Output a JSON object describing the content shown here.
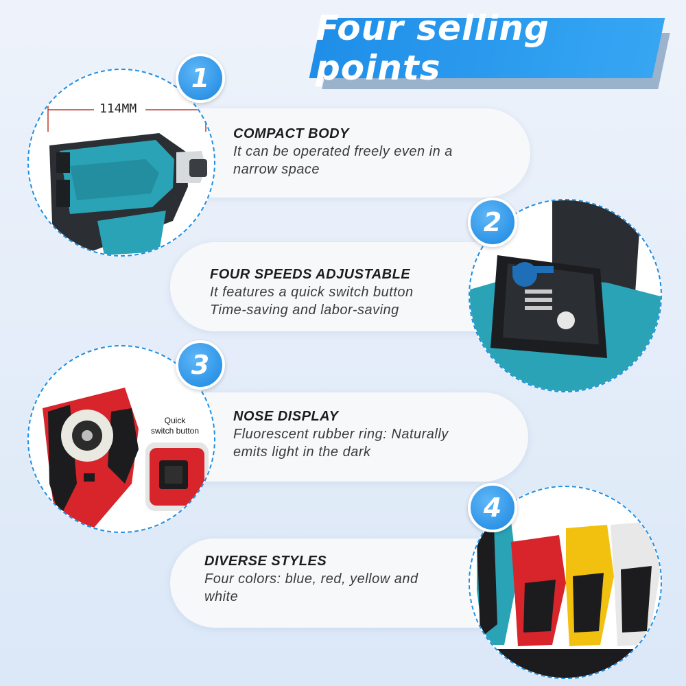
{
  "header": {
    "title": "Four selling points"
  },
  "points": [
    {
      "number": "1",
      "title": "COMPACT BODY",
      "lines": [
        "It can be operated freely even in a",
        "narrow space"
      ]
    },
    {
      "number": "2",
      "title": "FOUR SPEEDS ADJUSTABLE",
      "lines": [
        "It features a quick switch button",
        "Time-saving and labor-saving"
      ]
    },
    {
      "number": "3",
      "title": "NOSE DISPLAY",
      "lines": [
        "Fluorescent rubber ring: Naturally",
        "emits light in the dark"
      ]
    },
    {
      "number": "4",
      "title": "DIVERSE STYLES",
      "lines": [
        "Four colors: blue, red, yellow and",
        "white"
      ]
    }
  ],
  "images": {
    "measure_label": "114MM",
    "quick_switch_label_1": "Quick",
    "quick_switch_label_2": "switch button"
  },
  "colors": {
    "accent": "#1e8fe5",
    "teal": "#2aa3b6",
    "red": "#d8242b",
    "yellow": "#f2c10f"
  }
}
